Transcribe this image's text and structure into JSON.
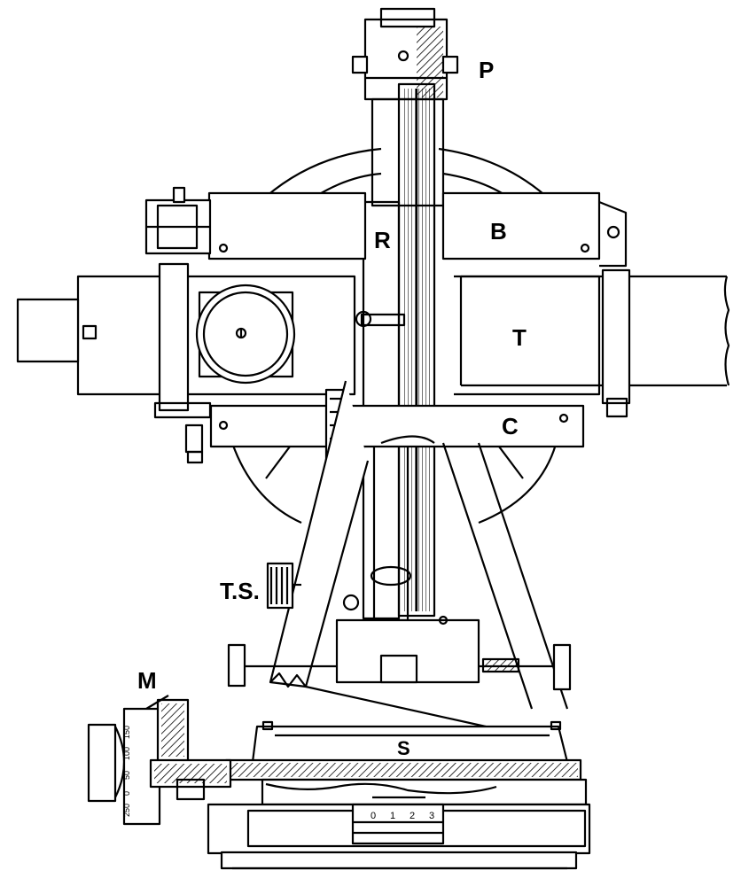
{
  "labels": {
    "P": "P",
    "B": "B",
    "R": "R",
    "T": "T",
    "C": "C",
    "TS": "T.S.",
    "M": "M",
    "S": "S"
  },
  "micrometer_scale": [
    "0",
    "1",
    "2",
    "3"
  ],
  "drum_ticks": [
    "150",
    "100",
    "50",
    "0",
    "250"
  ]
}
